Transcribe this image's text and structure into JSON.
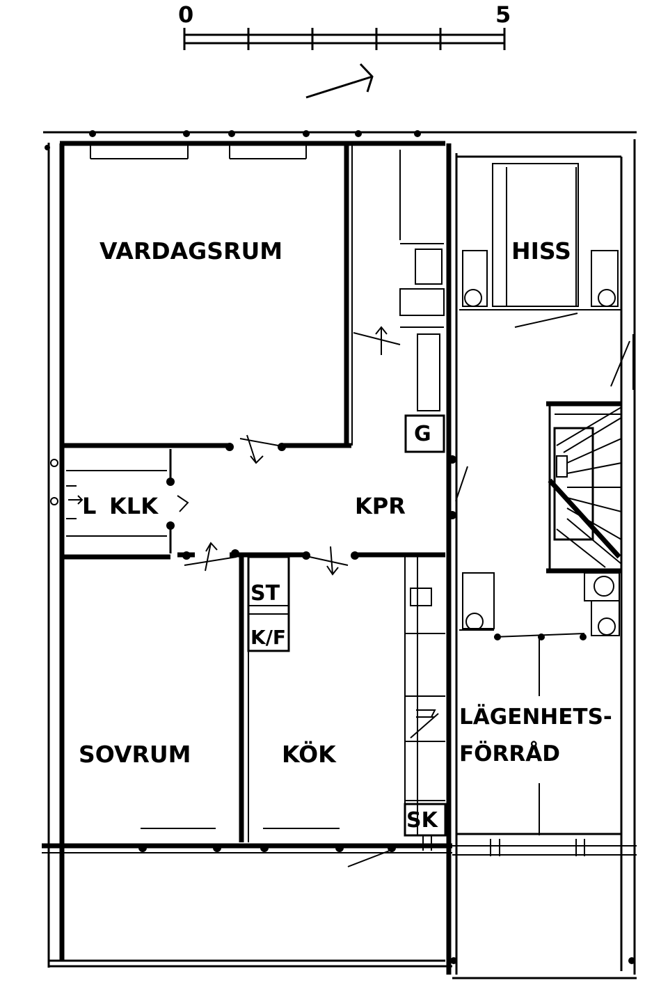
{
  "scale": {
    "start_label": "0",
    "end_label": "5"
  },
  "rooms": {
    "vardagsrum": "VARDAGSRUM",
    "hiss": "HISS",
    "g": "G",
    "klk": "KLK",
    "l": "L",
    "kpr": "KPR",
    "st": "ST",
    "kf": "K/F",
    "sovrum": "SOVRUM",
    "kok": "KÖK",
    "lagenhets_line1": "LÄGENHETS-",
    "lagenhets_line2": "FÖRRÅD",
    "sk": "SK"
  },
  "colors": {
    "ink": "#000000",
    "paper": "#ffffff"
  }
}
